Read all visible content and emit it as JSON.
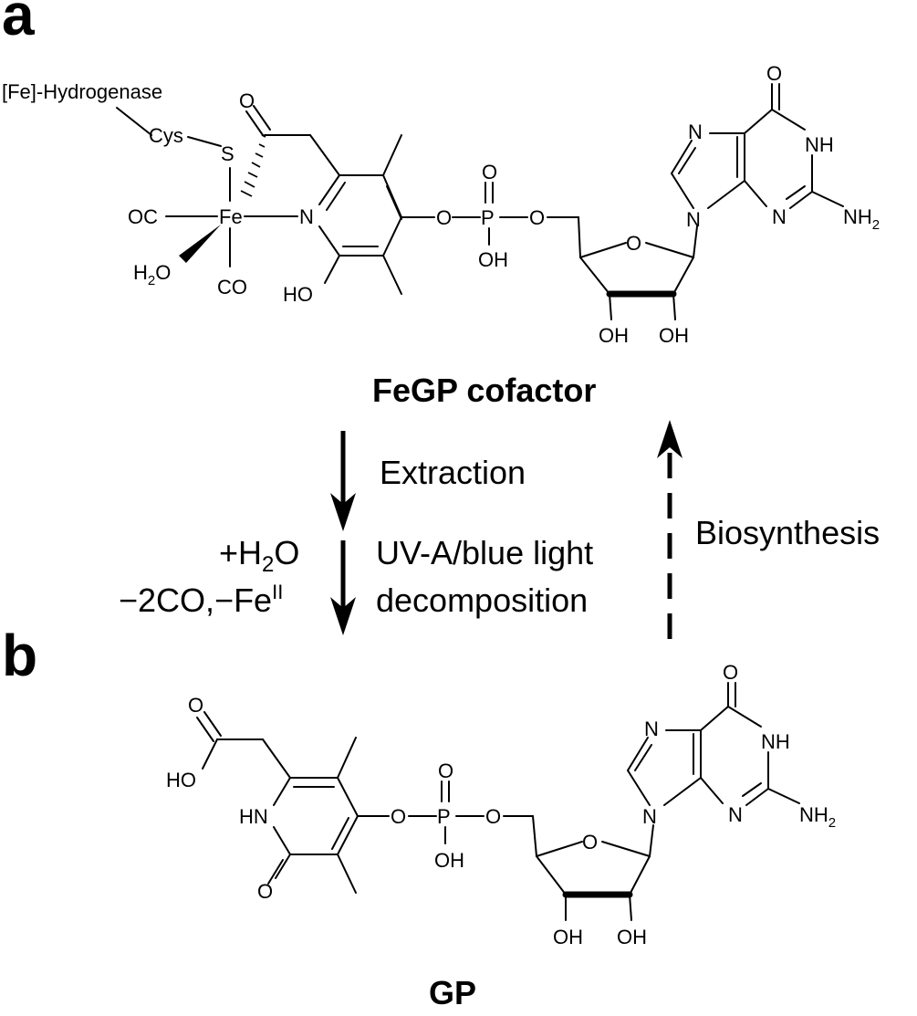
{
  "panels": {
    "a": "a",
    "b": "b"
  },
  "titles": {
    "fegp": "FeGP cofactor",
    "gp": "GP"
  },
  "protein": "[Fe]-Hydrogenase",
  "process": {
    "extraction": "Extraction",
    "light_line1": "UV-A/blue light",
    "light_line2": "decomposition",
    "biosynthesis": "Biosynthesis",
    "plus": "+H",
    "two": "2",
    "o": "O",
    "loss": "−2CO,−Fe",
    "fe_ox": "II"
  },
  "atoms": {
    "cys": "Cys",
    "s": "S",
    "fe": "Fe",
    "oc": "OC",
    "co": "CO",
    "h": "H",
    "two": "2",
    "o": "O",
    "n": "N",
    "ho": "HO",
    "oh": "OH",
    "p": "P",
    "nh": "NH",
    "hn": "HN",
    "nh_sub": "NH",
    "sub2": "2"
  }
}
